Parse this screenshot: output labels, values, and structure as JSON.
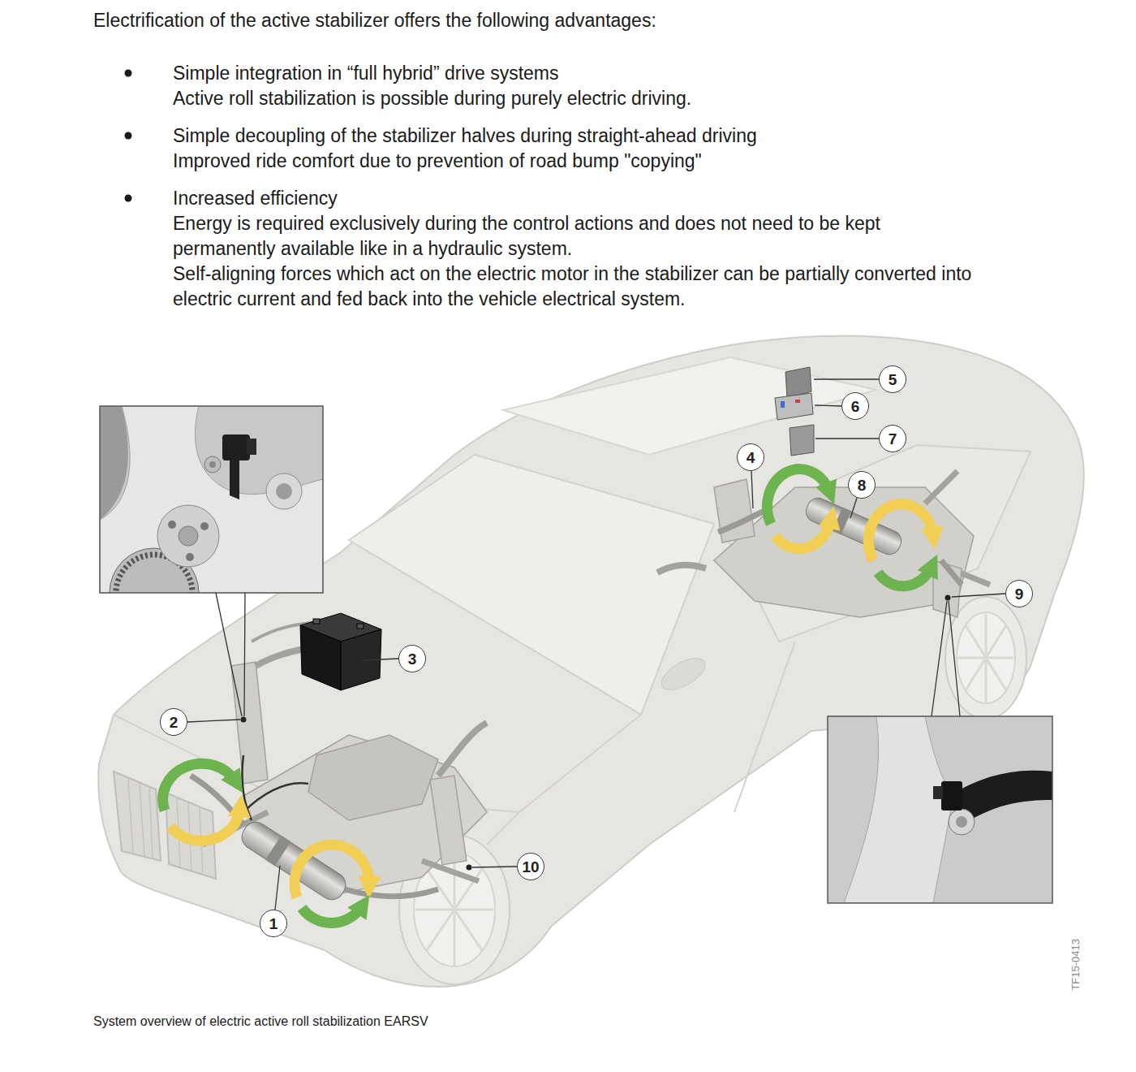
{
  "diagram": {
    "caption": "System overview of electric active roll stabilization EARSV",
    "nodes": [
      {
        "text": [
          "1"
        ]
      },
      {
        "text": [
          "2"
        ]
      },
      {
        "text": [
          "3"
        ]
      },
      {
        "text": [
          "4"
        ]
      },
      {
        "text": [
          "5"
        ]
      },
      {
        "text": [
          "6"
        ]
      },
      {
        "text": [
          "7"
        ]
      },
      {
        "text": [
          "8"
        ]
      },
      {
        "text": [
          "9"
        ]
      },
      {
        "text": [
          "10"
        ]
      }
    ],
    "labels": [
      "Electrification of the active stabilizer offers the following advantages:",
      "Simple integration in “full hybrid” drive systems",
      "Active roll stabilization is possible during purely electric driving.",
      "Simple decoupling of the stabilizer halves during straight-ahead driving",
      "Improved ride comfort due to prevention of road bump \"copying\"",
      "Increased efficiency",
      "Energy is required exclusively during the control actions and does not need to be kept permanently available like in a hydraulic system.",
      "Self-aligning forces which act on the electric motor in the stabilizer can be partially converted into electric current and fed back into the vehicle electrical system.",
      "TF15-0413"
    ]
  }
}
